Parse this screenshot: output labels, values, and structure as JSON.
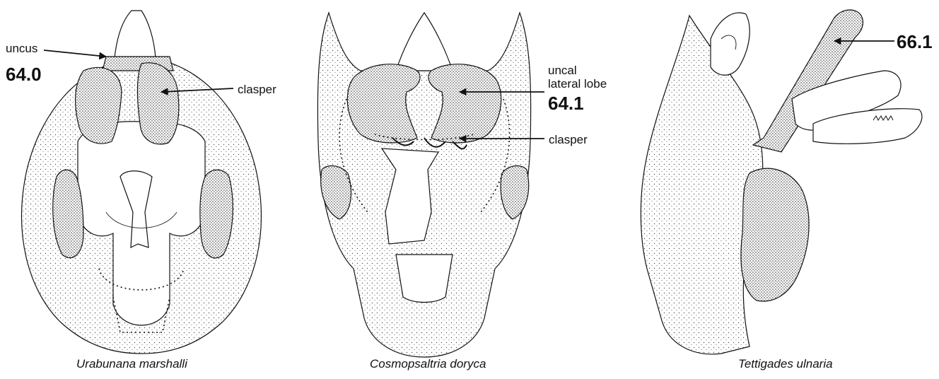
{
  "figure": {
    "panels": [
      {
        "species": "Urabunana marshalli",
        "labels": {
          "uncus": "uncus",
          "state": "64.0",
          "clasper": "clasper"
        }
      },
      {
        "species": "Cosmopsaltria doryca",
        "labels": {
          "uncal_1": "uncal",
          "uncal_2": "lateral lobe",
          "state": "64.1",
          "clasper": "clasper"
        }
      },
      {
        "species": "Tettigades ulnaria",
        "labels": {
          "state": "66.1"
        }
      }
    ]
  }
}
